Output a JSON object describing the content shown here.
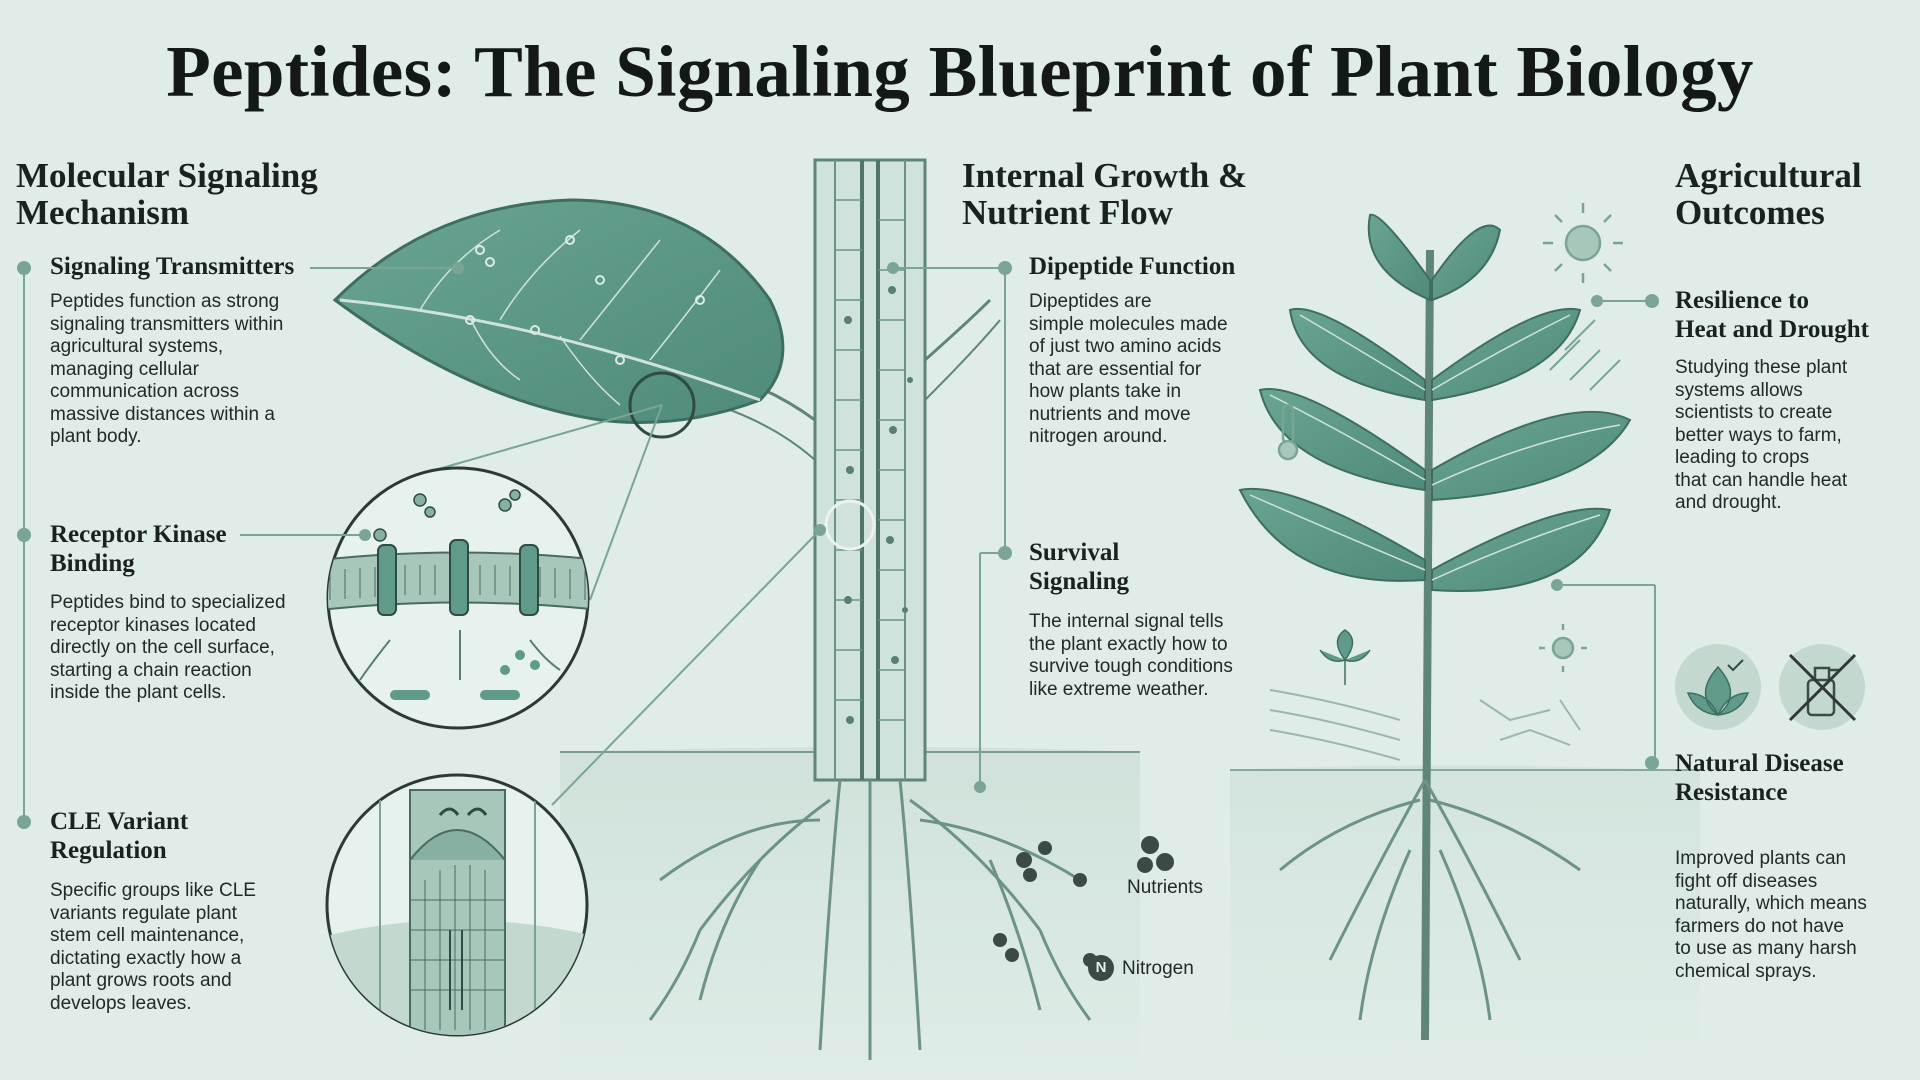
{
  "title": "Peptides: The Signaling Blueprint of Plant Biology",
  "sections": {
    "molecular": {
      "heading_line1": "Molecular Signaling",
      "heading_line2": "Mechanism",
      "items": [
        {
          "title_lines": [
            "Signaling Transmitters"
          ],
          "body_lines": [
            "Peptides function as strong",
            "signaling transmitters within",
            "agricultural systems,",
            "managing cellular",
            "communication across",
            "massive distances within a",
            "plant body."
          ]
        },
        {
          "title_lines": [
            "Receptor Kinase",
            "Binding"
          ],
          "body_lines": [
            "Peptides bind to specialized",
            "receptor kinases located",
            "directly on the cell surface,",
            "starting a chain reaction",
            "inside the plant cells."
          ]
        },
        {
          "title_lines": [
            "CLE Variant",
            "Regulation"
          ],
          "body_lines": [
            "Specific groups like CLE",
            "variants regulate plant",
            "stem cell maintenance,",
            "dictating exactly how a",
            "plant grows roots and",
            "develops leaves."
          ]
        }
      ]
    },
    "internal": {
      "heading_line1": "Internal Growth &",
      "heading_line2": "Nutrient Flow",
      "items": [
        {
          "title_lines": [
            "Dipeptide Function"
          ],
          "body_lines": [
            "Dipeptides are",
            "simple molecules made",
            "of just two amino acids",
            "that are essential for",
            "how plants take in",
            "nutrients and move",
            "nitrogen around."
          ]
        },
        {
          "title_lines": [
            "Survival",
            "Signaling"
          ],
          "body_lines": [
            "The internal signal tells",
            "the plant exactly how to",
            "survive tough conditions",
            "like extreme weather."
          ]
        }
      ],
      "legend": {
        "nutrients": "Nutrients",
        "nitrogen_symbol": "N",
        "nitrogen": "Nitrogen"
      }
    },
    "agricultural": {
      "heading_line1": "Agricultural",
      "heading_line2": "Outcomes",
      "items": [
        {
          "title_lines": [
            "Resilience to",
            "Heat and Drought"
          ],
          "body_lines": [
            "Studying these plant",
            "systems allows",
            "scientists to create",
            "better ways to farm,",
            "leading to crops",
            "that can handle heat",
            "and drought."
          ]
        },
        {
          "title_lines": [
            "Natural Disease",
            "Resistance"
          ],
          "body_lines": [
            "Improved plants can",
            "fight off diseases",
            "naturally, which means",
            "farmers do not have",
            "to use as many harsh",
            "chemical sprays."
          ]
        }
      ]
    }
  },
  "icons": [
    "leaf-icon",
    "cell-membrane-icon",
    "root-tip-icon",
    "stem-vessel-icon",
    "sun-icon",
    "thermometer-icon",
    "heat-arrows-icon",
    "healthy-leaf-icon",
    "no-spray-icon",
    "plant-icon"
  ],
  "colors": {
    "background": "#dfece7",
    "leaf": "#5f9a8a",
    "leaf_dark": "#3e6e61",
    "connector": "#7aa596",
    "text": "#1b211f"
  }
}
